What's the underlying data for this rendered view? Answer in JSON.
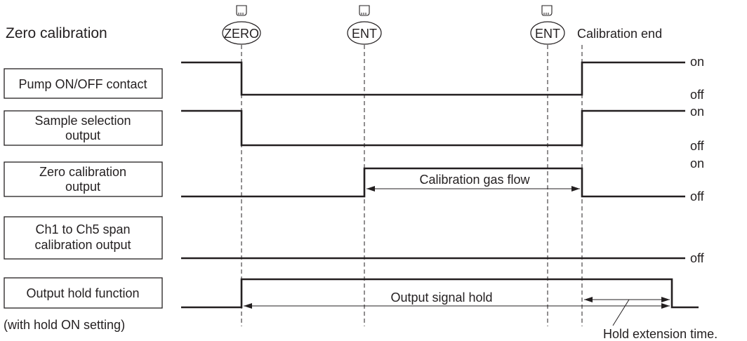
{
  "title": "Zero calibration",
  "calibration_end": "Calibration end",
  "keys": {
    "zero": "ZERO",
    "ent1": "ENT",
    "ent2": "ENT"
  },
  "signals": [
    {
      "label_lines": [
        "Pump ON/OFF contact"
      ]
    },
    {
      "label_lines": [
        "Sample selection",
        "output"
      ]
    },
    {
      "label_lines": [
        "Zero calibration",
        "output"
      ]
    },
    {
      "label_lines": [
        "Ch1 to Ch5 span",
        "calibration output"
      ]
    },
    {
      "label_lines": [
        "Output hold function"
      ]
    }
  ],
  "hold_note": "(with hold ON setting)",
  "states": {
    "on": "on",
    "off": "off"
  },
  "annotations": {
    "calibration_gas_flow": "Calibration gas flow",
    "output_signal_hold": "Output signal hold",
    "hold_extension_time": "Hold extension time."
  }
}
